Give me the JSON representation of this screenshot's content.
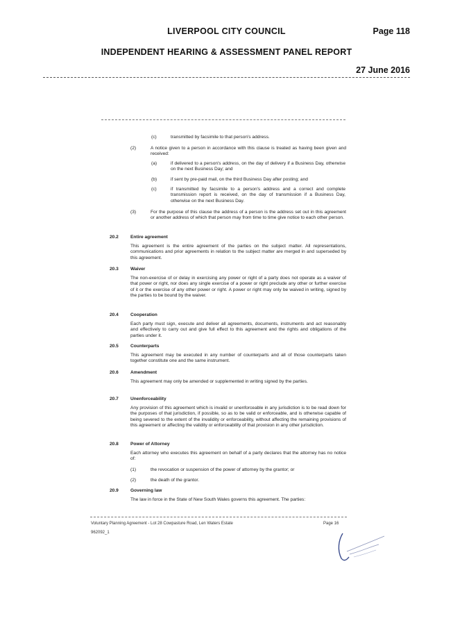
{
  "header": {
    "council": "LIVERPOOL CITY COUNCIL",
    "page": "Page 118",
    "report_title": "INDEPENDENT HEARING & ASSESSMENT PANEL REPORT",
    "date": "27 June 2016"
  },
  "body": {
    "c_item": {
      "marker": "(c)",
      "text": "transmitted by facsimile to that person's address."
    },
    "p2": {
      "marker": "(2)",
      "text": "A notice given to a person in accordance with this clause is treated as having been given and received:"
    },
    "p2a": {
      "marker": "(a)",
      "text": "if delivered to a person's address, on the day of delivery if a Business Day, otherwise on the next Business Day; and"
    },
    "p2b": {
      "marker": "(b)",
      "text": "if sent by pre-paid mail, on the third Business Day after posting; and"
    },
    "p2c": {
      "marker": "(c)",
      "text": "if transmitted by facsimile to a person's address and a correct and complete transmission report is received, on the day of transmission if a Business Day, otherwise on the next Business Day."
    },
    "p3": {
      "marker": "(3)",
      "text": "For the purpose of this clause the address of a person is the address set out in this agreement or another address of which that person may from time to time give notice to each other person."
    },
    "s202": {
      "num": "20.2",
      "title": "Entire agreement",
      "text": "This agreement is the entire agreement of the parties on the subject matter. All representations, communications and prior agreements in relation to the subject matter are merged in and superseded by this agreement."
    },
    "s203": {
      "num": "20.3",
      "title": "Waiver",
      "text": "The non-exercise of or delay in exercising any power or right of a party does not operate as a waiver of that power or right, nor does any single exercise of a power or right preclude any other or further exercise of it or the exercise of any other power or right. A power or right may only be waived in writing, signed by the parties to be bound by the waiver."
    },
    "s204": {
      "num": "20.4",
      "title": "Cooperation",
      "text": "Each party must sign, execute and deliver all agreements, documents, instruments and act reasonably and effectively to carry out and give full effect to this agreement and the rights and obligations of the parties under it."
    },
    "s205": {
      "num": "20.5",
      "title": "Counterparts",
      "text": "This agreement may be executed in any number of counterparts and all of those counterparts taken together constitute one and the same instrument."
    },
    "s206": {
      "num": "20.6",
      "title": "Amendment",
      "text": "This agreement may only be amended or supplemented in writing signed by the parties."
    },
    "s207": {
      "num": "20.7",
      "title": "Unenforceability",
      "text": "Any provision of this agreement which is invalid or unenforceable in any jurisdiction is to be read down for the purposes of that jurisdiction, if possible, so as to be valid or enforceable, and is otherwise capable of being severed to the extent of the invalidity or enforceability, without affecting the remaining provisions of this agreement or affecting the validity or enforceability of that provision in any other jurisdiction."
    },
    "s208": {
      "num": "20.8",
      "title": "Power of Attorney",
      "text": "Each attorney who executes this agreement on behalf of a party declares that the attorney has no notice of:"
    },
    "s208_1": {
      "marker": "(1)",
      "text": "the revocation or suspension of the power of attorney by the grantor; or"
    },
    "s208_2": {
      "marker": "(2)",
      "text": "the death of the grantor."
    },
    "s209": {
      "num": "20.9",
      "title": "Governing law",
      "text": "The law in force in the State of New South Wales governs this agreement. The parties:"
    }
  },
  "footer": {
    "doc_title": "Voluntary Planning Agreement - Lot 28 Cowpasture Road, Len Waters Estate",
    "doc_id": "962092_1",
    "page": "Page 16"
  }
}
